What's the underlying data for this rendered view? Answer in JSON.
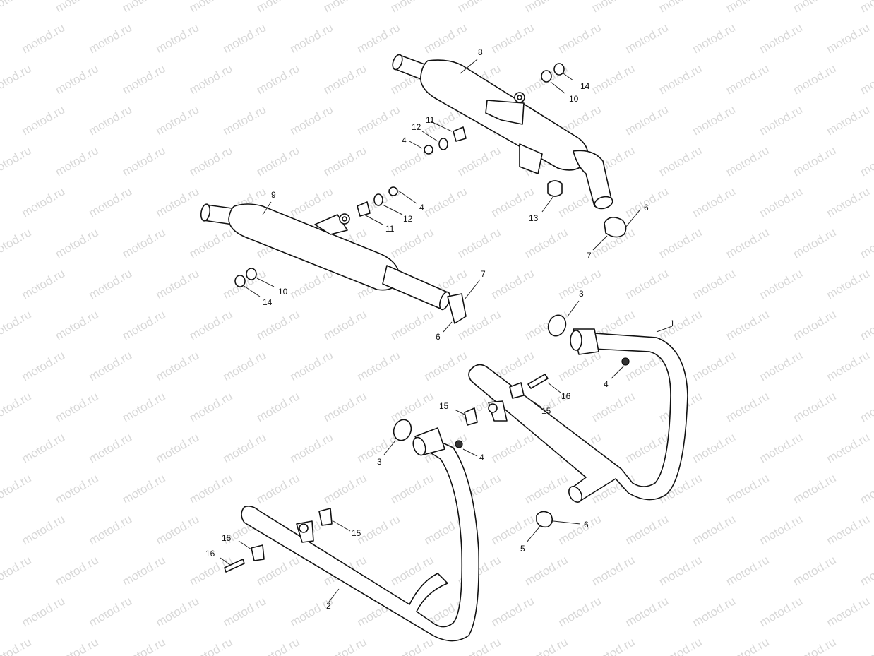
{
  "diagram": {
    "watermark_text": "motod.ru",
    "part_numbers": [
      "1",
      "2",
      "3",
      "4",
      "5",
      "6",
      "7",
      "8",
      "9",
      "10",
      "11",
      "12",
      "13",
      "14",
      "15",
      "16"
    ],
    "colors": {
      "line": "#111111",
      "background": "#ffffff",
      "watermark": "#b9b9b9"
    }
  }
}
